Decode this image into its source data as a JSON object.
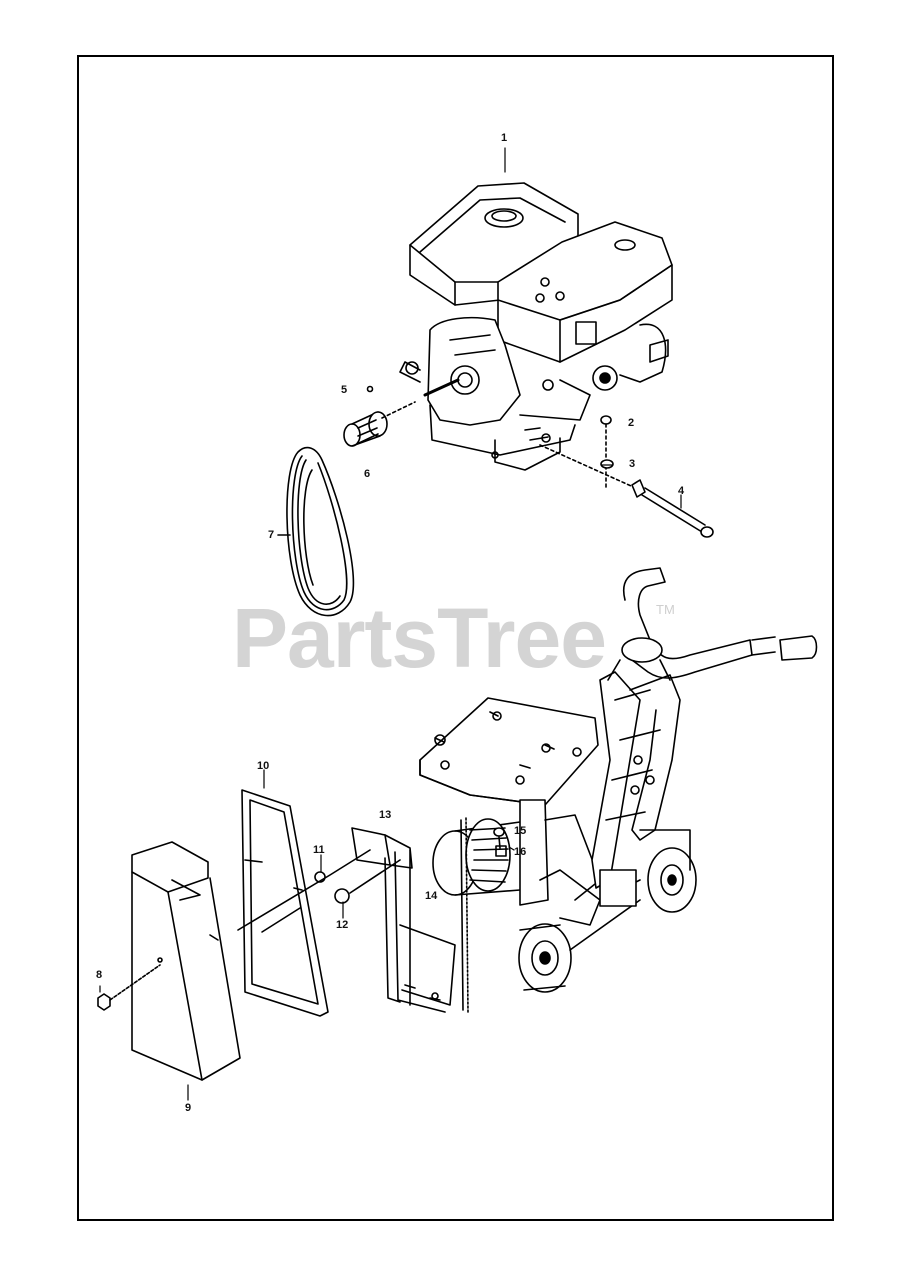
{
  "watermark": {
    "text": "PartsTree",
    "tm": "TM"
  },
  "callouts": {
    "c1": "1",
    "c2": "2",
    "c3": "3",
    "c4": "4",
    "c5": "5",
    "c6": "6",
    "c7": "7",
    "c8": "8",
    "c9": "9",
    "c10": "10",
    "c11": "11",
    "c12": "12",
    "c13": "13",
    "c14": "14",
    "c15": "15",
    "c16": "16"
  }
}
